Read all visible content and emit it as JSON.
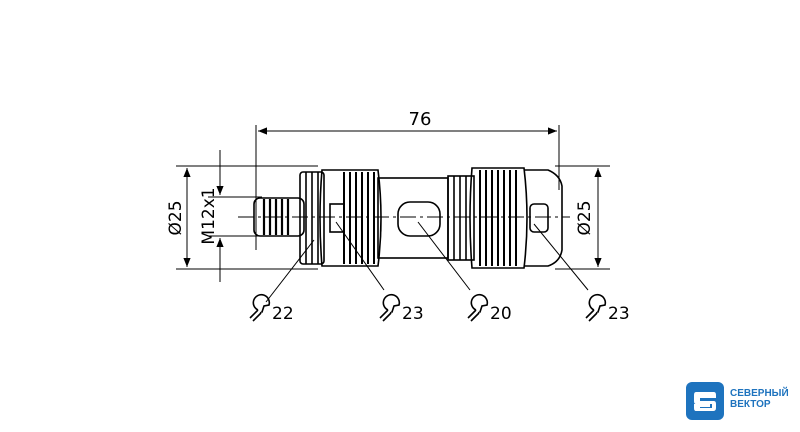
{
  "dimensions": {
    "overall_length": "76",
    "left_diameter": "Ø25",
    "thread": "M12x1",
    "right_diameter": "Ø25"
  },
  "wrench_sizes": [
    "22",
    "23",
    "20",
    "23"
  ],
  "logo": {
    "line1": "СЕВЕРНЫЙ",
    "line2": "ВЕКТОР",
    "color": "#1e73be"
  }
}
